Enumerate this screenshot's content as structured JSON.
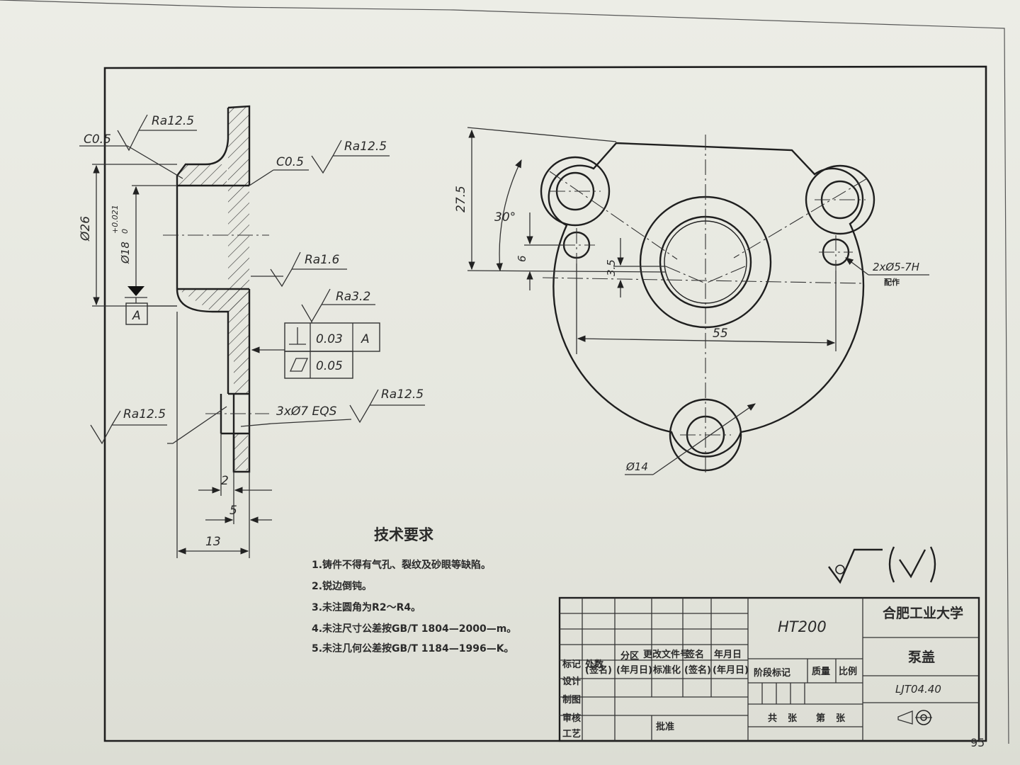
{
  "dimensions": {
    "diameter_26": "Ø26",
    "diameter_18": "Ø18",
    "tol_upper": "+0.021",
    "tol_lower": "0",
    "height_27_5": "27.5",
    "angle_30": "30°",
    "dim_6": "6",
    "dim_3_5": "3.5",
    "dim_55": "55",
    "dim_14": "Ø14",
    "dim_2": "2",
    "dim_5": "5",
    "dim_13": "13"
  },
  "annotations": {
    "chamfer_1": "C0.5",
    "chamfer_2": "C0.5",
    "ra_top": "Ra12.5",
    "ra_right": "Ra12.5",
    "ra_bore": "Ra1.6",
    "ra_face": "Ra3.2",
    "ra_hole_left": "Ra12.5",
    "ra_hole_right": "Ra12.5",
    "holes_callout": "3xØ7 EQS",
    "pin_holes": "2xØ5-7H",
    "pin_holes_note": "配作",
    "datum": "A",
    "perp_tol": "0.03",
    "perp_datum": "A",
    "flat_tol": "0.05"
  },
  "requirements": {
    "title": "技术要求",
    "items": [
      "1.铸件不得有气孔、裂纹及砂眼等缺陷。",
      "2.锐边倒钝。",
      "3.未注圆角为R2～R4。",
      "4.未注尺寸公差按GB/T 1804—2000—m。",
      "5.未注几何公差按GB/T 1184—1996—K。"
    ]
  },
  "title_block": {
    "material": "HT200",
    "school": "合肥工业大学",
    "part_name": "泵盖",
    "drawing_no": "LJT04.40",
    "rev_headers": [
      "标记",
      "处数",
      "分区",
      "更改文件号",
      "签名",
      "年月日"
    ],
    "design_row": [
      "设计",
      "(签名)",
      "(年月日)",
      "标准化",
      "(签名)",
      "(年月日)"
    ],
    "labels": {
      "stage": "阶段标记",
      "mass": "质量",
      "scale": "比例",
      "draw": "制图",
      "check": "审核",
      "process": "工艺",
      "approve": "批准",
      "total": "共",
      "sheets": "张",
      "nth": "第",
      "sheet": "张"
    }
  },
  "page_number": "95",
  "colors": {
    "paper": "#e9eae3",
    "ink": "#1f1f1f"
  }
}
